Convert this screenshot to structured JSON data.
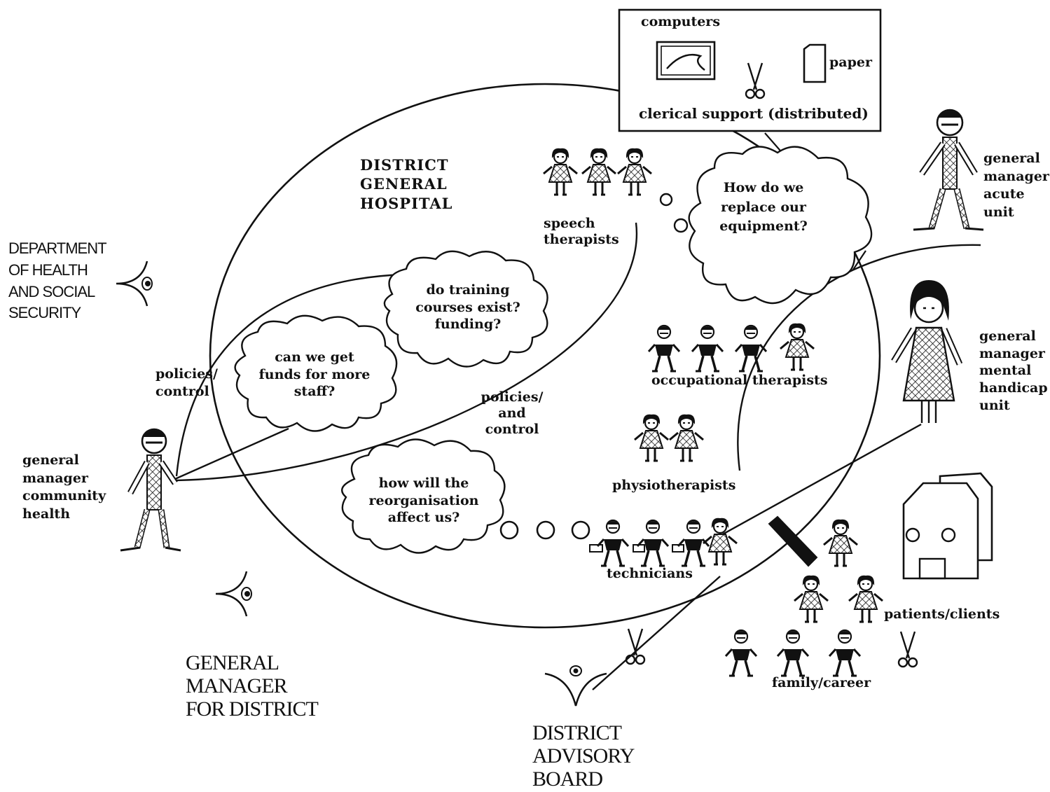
{
  "colors": {
    "ink": "#111111",
    "paper": "#ffffff"
  },
  "hospital": {
    "line1": "DISTRICT",
    "line2": "GENERAL",
    "line3": "HOSPITAL"
  },
  "dhss": {
    "line1": "DEPARTMENT",
    "line2": "OF HEALTH",
    "line3": "AND SOCIAL",
    "line4": "SECURITY"
  },
  "gm_district": {
    "line1": "GENERAL",
    "line2": "MANAGER",
    "line3": "FOR DISTRICT"
  },
  "advisory_board": {
    "line1": "DISTRICT",
    "line2": "ADVISORY",
    "line3": "BOARD"
  },
  "resources": {
    "computers": "computers",
    "paper": "paper",
    "clerical": "clerical support (distributed)"
  },
  "managers": {
    "acute": {
      "line1": "general",
      "line2": "manager",
      "line3": "acute",
      "line4": "unit"
    },
    "mental": {
      "line1": "general",
      "line2": "manager",
      "line3": "mental",
      "line4": "handicap",
      "line5": "unit"
    },
    "community": {
      "line1": "general",
      "line2": "manager",
      "line3": "community",
      "line4": "health"
    }
  },
  "staff": {
    "speech": {
      "line1": "speech",
      "line2": "therapists"
    },
    "occupational": "occupational therapists",
    "physio": "physiotherapists",
    "technicians": "technicians",
    "patients": "patients/clients",
    "family": "family/career"
  },
  "thoughts": {
    "equipment": {
      "line1": "How do we",
      "line2": "replace our",
      "line3": "equipment?"
    },
    "training": {
      "line1": "do training",
      "line2": "courses exist?",
      "line3": "funding?"
    },
    "funds": {
      "line1": "can we get",
      "line2": "funds for more",
      "line3": "staff?"
    },
    "reorg": {
      "line1": "how will the",
      "line2": "reorganisation",
      "line3": "affect us?"
    }
  },
  "links": {
    "policies_control": {
      "line1": "policies/",
      "line2": "control"
    },
    "policies_and_control": {
      "line1": "policies/",
      "line2": "and",
      "line3": "control"
    }
  }
}
